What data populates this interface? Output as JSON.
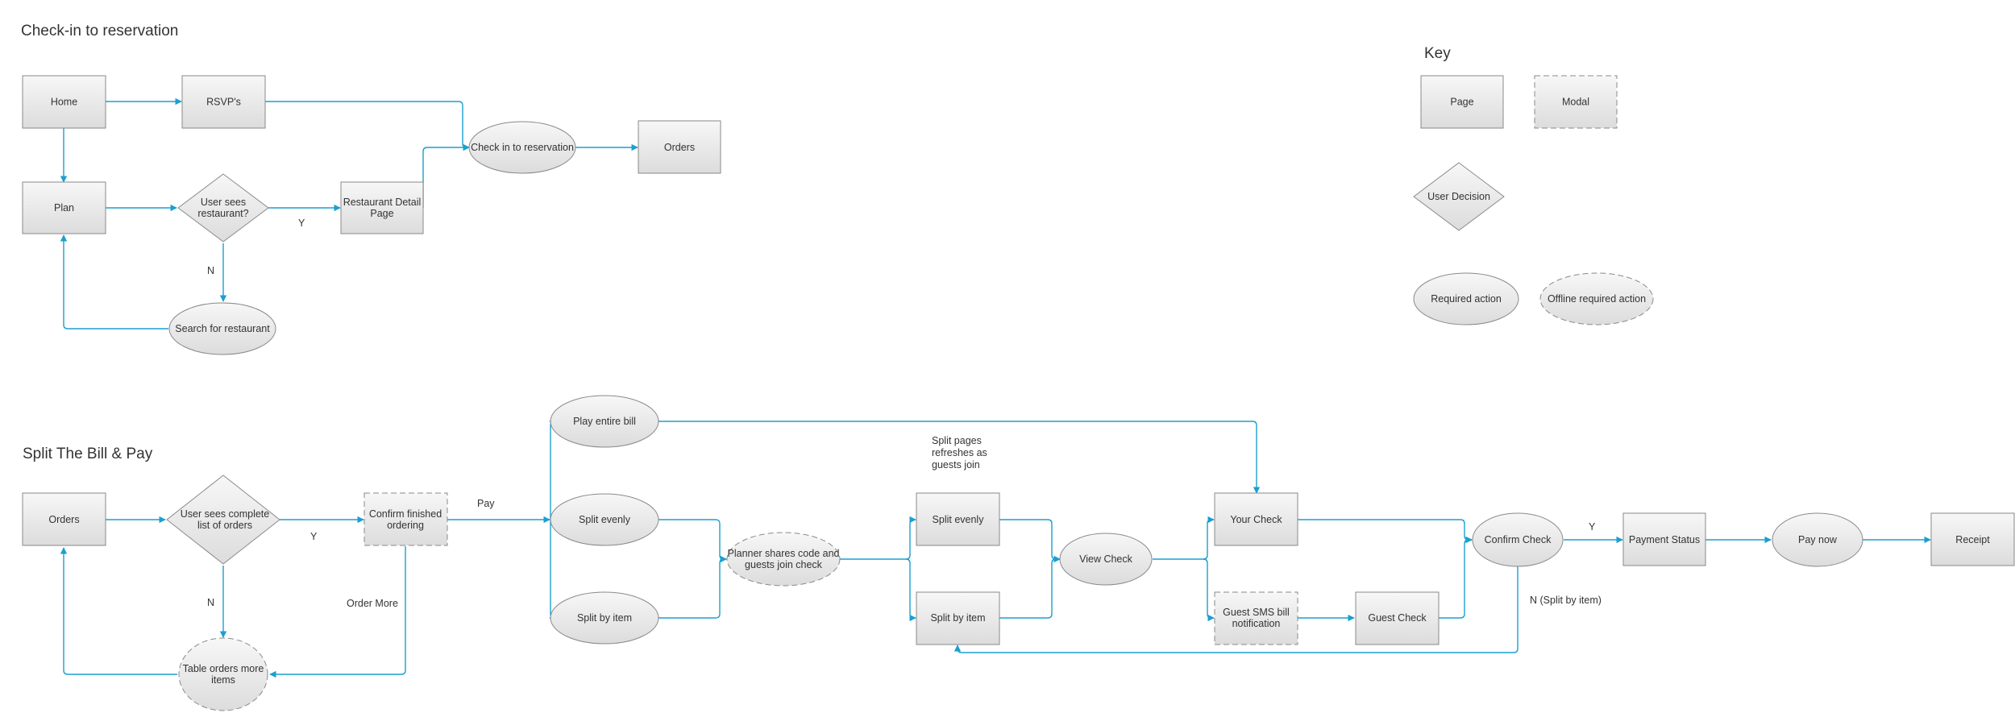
{
  "titles": {
    "checkin": "Check-in to reservation",
    "split": "Split The Bill & Pay",
    "key": "Key"
  },
  "key": {
    "page": "Page",
    "modal": "Modal",
    "decision": "User Decision",
    "required": "Required action",
    "offline": "Offline required action"
  },
  "checkin": {
    "home": "Home",
    "rsvps": "RSVP's",
    "plan": "Plan",
    "decision_line1": "User sees",
    "decision_line2": "restaurant?",
    "restaurant_line1": "Restaurant Detail",
    "restaurant_line2": "Page",
    "search": "Search for restaurant",
    "check_in": "Check in to reservation",
    "orders": "Orders",
    "label_y": "Y",
    "label_n": "N"
  },
  "split": {
    "orders": "Orders",
    "decision_line1": "User sees complete",
    "decision_line2": "list of orders",
    "confirm_line1": "Confirm finished",
    "confirm_line2": "ordering",
    "table_line1": "Table orders more",
    "table_line2": "items",
    "play_entire": "Play entire bill",
    "split_evenly_action": "Split evenly",
    "split_item_action": "Split by item",
    "planner_line1": "Planner shares code and",
    "planner_line2": "guests join check",
    "split_evenly_page": "Split evenly",
    "split_item_page": "Split by item",
    "note_line1": "Split pages",
    "note_line2": "refreshes as",
    "note_line3": "guests join",
    "view_check": "View Check",
    "your_check": "Your Check",
    "guest_sms_line1": "Guest SMS bill",
    "guest_sms_line2": "notification",
    "guest_check": "Guest Check",
    "confirm_check": "Confirm Check",
    "payment_status": "Payment Status",
    "pay_now": "Pay now",
    "receipt": "Receipt",
    "label_y": "Y",
    "label_y2": "Y",
    "label_n": "N",
    "label_pay": "Pay",
    "label_order_more": "Order More",
    "label_n_split": "N (Split by item)"
  },
  "colors": {
    "edge": "#1b9fd0",
    "shape_stroke": "#8a8a8a",
    "shape_fill_top": "#f7f7f7",
    "shape_fill_bottom": "#dcdcdc",
    "text": "#333333"
  }
}
